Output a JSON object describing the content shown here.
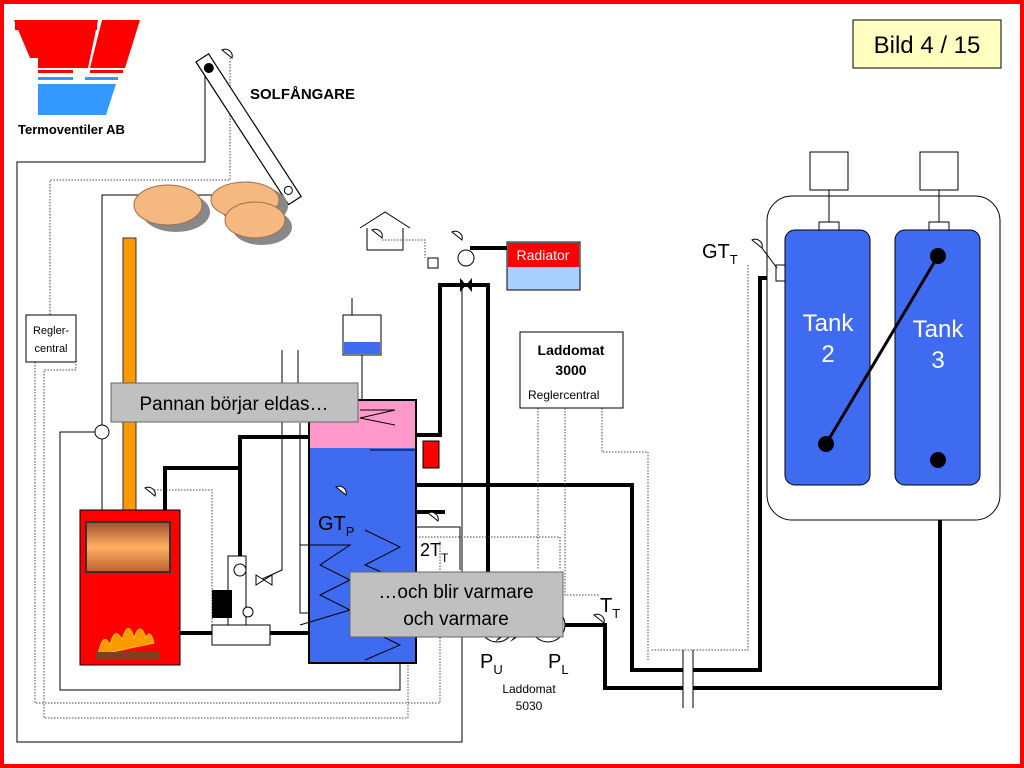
{
  "slide_counter": "Bild 4 / 15",
  "logo": {
    "company": "Termoventiler AB"
  },
  "labels": {
    "solar": "SOLFÅNGARE",
    "regler_line1": "Regler-",
    "regler_line2": "central",
    "radiator": "Radiator",
    "laddomat3000_line1": "Laddomat",
    "laddomat3000_line2": "3000",
    "laddomat3000_sub": "Reglercentral",
    "laddomat5030_line1": "Laddomat",
    "laddomat5030_line2": "5030",
    "gt_t": "GT",
    "gt_t_sub": "T",
    "gt_p": "GT",
    "gt_p_sub": "P",
    "two_t_t": "2T",
    "two_t_t_sub": "T",
    "t_t": "T",
    "t_t_sub": "T",
    "p_u": "P",
    "p_u_sub": "U",
    "p_l": "P",
    "p_l_sub": "L",
    "tank2_line1": "Tank",
    "tank2_line2": "2",
    "tank3_line1": "Tank",
    "tank3_line2": "3"
  },
  "callouts": {
    "first": "Pannan börjar eldas…",
    "second_line1": "…och blir varmare",
    "second_line2": "och varmare"
  },
  "colors": {
    "border": "#ff0000",
    "logo_red": "#ff0000",
    "logo_blue": "#3399ff",
    "tank_blue": "#3f6bf0",
    "tank_top_pink": "#ff99cc",
    "boiler_red": "#ff0000",
    "chimney_orange": "#ff9900",
    "cloud": "#f5b880",
    "callout_gray": "#c0c0c0",
    "counter_bg": "#ffffc0"
  }
}
